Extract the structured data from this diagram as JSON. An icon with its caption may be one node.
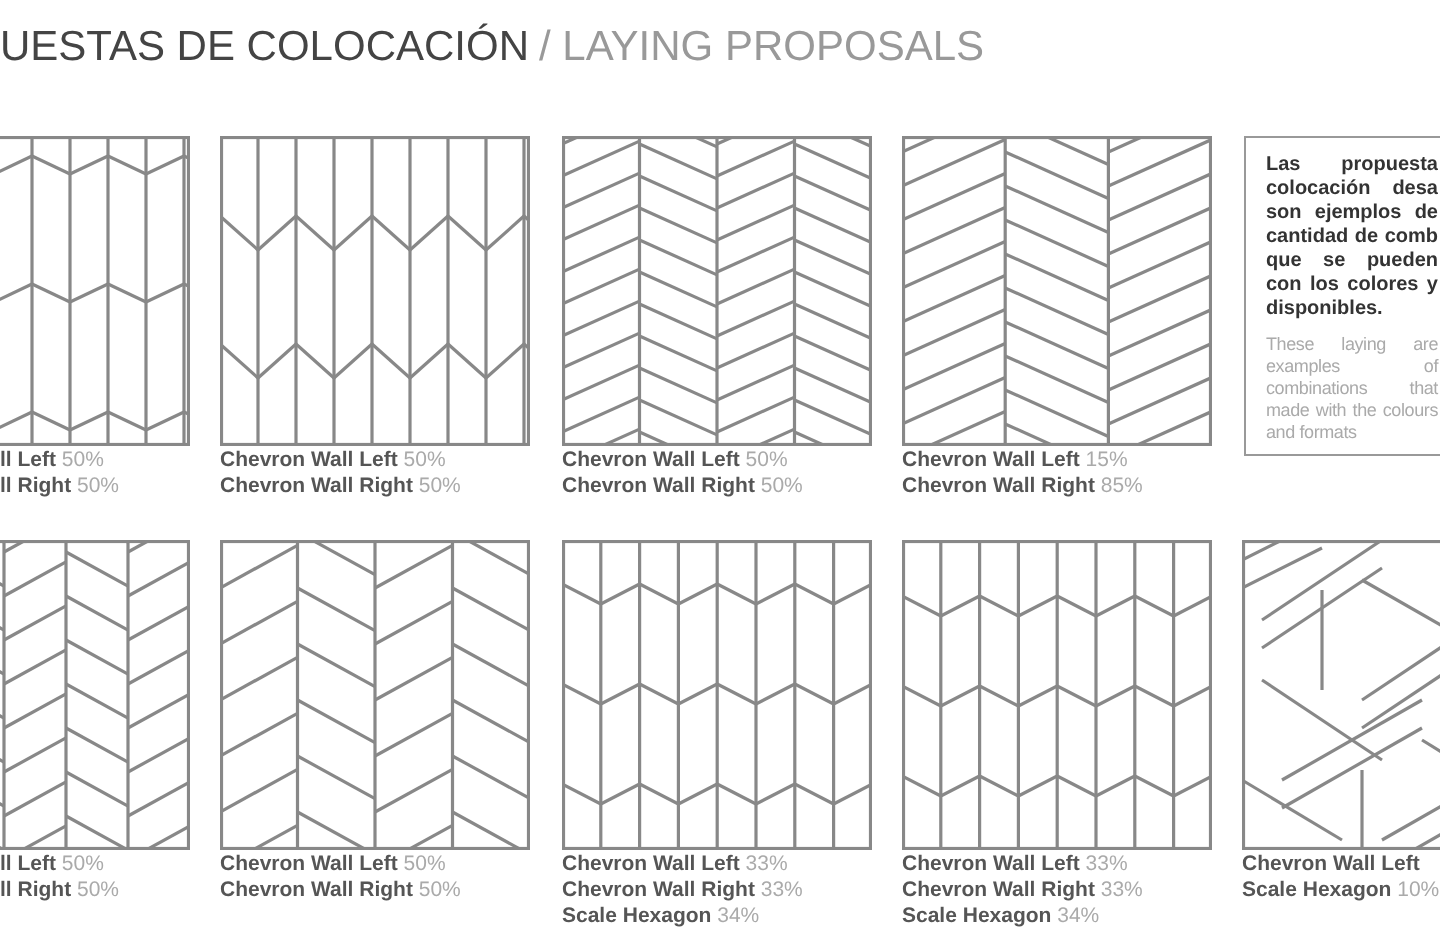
{
  "diagram": {
    "title": "UESTAS DE COLOCACIÓN",
    "nodes": [
      {
        "text": [],
        "shape": "picture",
        "beside": [
          "**ll Left** 50%",
          "**ll Right** 50%"
        ]
      },
      {
        "text": [],
        "shape": "picture",
        "beside": [
          "**Chevron Wall Left** 50%",
          "**Chevron Wall Right** 50%"
        ]
      },
      {
        "text": [],
        "shape": "picture",
        "beside": [
          "**Chevron Wall Left** 50%",
          "**Chevron Wall Right** 50%"
        ]
      },
      {
        "text": [],
        "shape": "picture",
        "beside": [
          "**Chevron Wall Left** 15%",
          "**Chevron Wall Right** 85%"
        ]
      },
      {
        "text": [
          "Las propuesta colocación desa son ejemplos de cantidad de comb que se pueden con los colores y disponibles.",
          "These laying are examples of combinations that made with the colours and formats"
        ]
      },
      {
        "text": [],
        "shape": "picture",
        "beside": [
          "**ll Left** 50%",
          "**ll Right** 50%"
        ]
      },
      {
        "text": [],
        "shape": "picture",
        "beside": [
          "**Chevron Wall Left** 50%",
          "**Chevron Wall Right** 50%"
        ]
      },
      {
        "text": [],
        "shape": "picture",
        "beside": [
          "**Chevron Wall Left** 33%",
          "**Chevron Wall Right** 33%",
          "**Scale Hexagon** 34%"
        ]
      },
      {
        "text": [],
        "shape": "picture",
        "beside": [
          "**Chevron Wall Left** 33%",
          "**Chevron Wall Right** 33%",
          "**Scale Hexagon** 34%"
        ]
      },
      {
        "text": [],
        "shape": "picture",
        "beside": [
          "**Chevron Wall Left**",
          "**Scale Hexagon** 10%"
        ]
      }
    ],
    "labels": [
      "/ LAYING PROPOSALS"
    ]
  }
}
